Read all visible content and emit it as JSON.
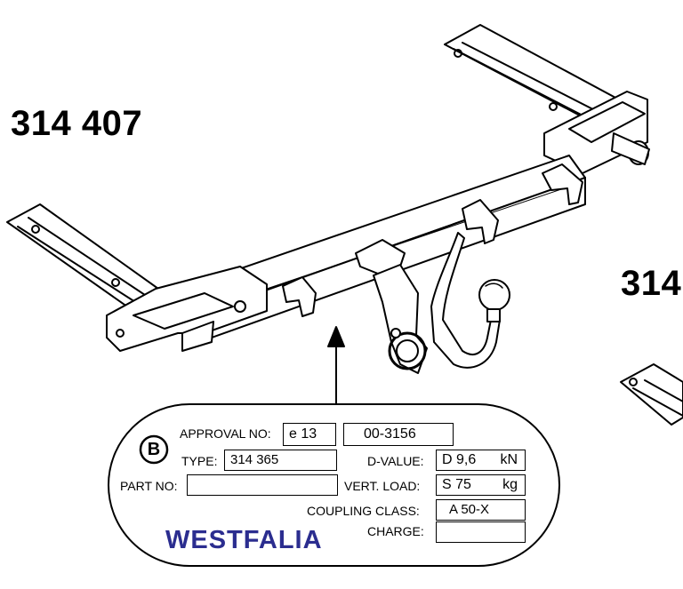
{
  "labels": {
    "main_part_number": "314 407",
    "secondary_part_number": "314"
  },
  "type_plate": {
    "badge_letter": "B",
    "approval_no_label": "APPROVAL NO:",
    "approval_no_prefix": "e 13",
    "approval_no_value": "00-3156",
    "type_label": "TYPE:",
    "type_value": "314 365",
    "part_no_label": "PART NO:",
    "part_no_value": "",
    "d_value_label": "D-VALUE:",
    "d_value": "D 9,6",
    "d_value_unit": "kN",
    "vert_load_label": "VERT. LOAD:",
    "vert_load": "S 75",
    "vert_load_unit": "kg",
    "coupling_class_label": "COUPLING CLASS:",
    "coupling_class_value": "A 50-X",
    "charge_label": "CHARGE:",
    "charge_value": "",
    "brand": "WESTFALIA"
  },
  "colors": {
    "brand": "#2b2d8f",
    "line": "#000000",
    "background": "#ffffff"
  }
}
